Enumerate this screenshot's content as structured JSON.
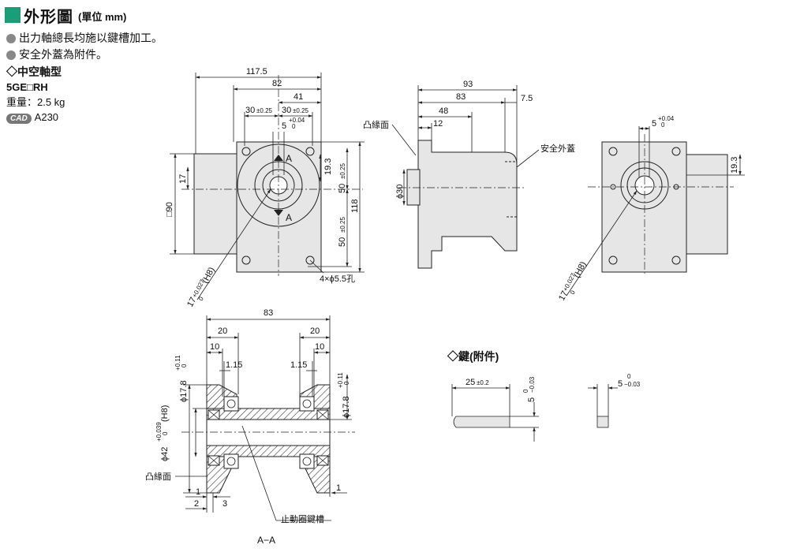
{
  "header": {
    "title": "外形圖",
    "unit": "(單位 mm)"
  },
  "notes": [
    "出力軸總長均施以鍵槽加工。",
    "安全外蓋為附件。"
  ],
  "model": {
    "subtitle": "◇中空軸型",
    "name": "5GE□RH",
    "weight": "重量：2.5 kg",
    "cad_badge": "CAD",
    "cad_code": "A230"
  },
  "front_view": {
    "dims": {
      "d117_5": "117.5",
      "d82": "82",
      "d41": "41",
      "d30a": "30",
      "d30b": "30",
      "tol025": "±0.25",
      "d5": "5",
      "tol5_up": "+0.04",
      "tol5_lo": "0",
      "d19_3": "19.3",
      "d50a": "50",
      "d50b": "50",
      "d118": "118",
      "d17": "17",
      "sq90": "□90",
      "holes": "4×ϕ5.5孔",
      "bore": "17",
      "bore_tol_up": "+0.027",
      "bore_tol_lo": "0",
      "bore_fit": "(H8)"
    },
    "section_marks": [
      "A",
      "A"
    ]
  },
  "side_view": {
    "dims": {
      "d93": "93",
      "d83": "83",
      "d48": "48",
      "d12": "12",
      "d7_5": "7.5",
      "phi30": "ϕ30"
    },
    "labels": {
      "pilot": "凸緣面",
      "cover": "安全外蓋"
    }
  },
  "rear_view": {
    "dims": {
      "d5": "5",
      "tol_up": "+0.04",
      "tol_lo": "0",
      "d19_3": "19.3",
      "bore": "17",
      "bore_tol_up": "+0.027",
      "bore_tol_lo": "0",
      "bore_fit": "(H8)"
    }
  },
  "section_view": {
    "dims": {
      "d83": "83",
      "d20a": "20",
      "d20b": "20",
      "d10a": "10",
      "d10b": "10",
      "d1_15a": "1.15",
      "d1_15b": "1.15",
      "phi17_8a": "ϕ17.8",
      "phi17_8b": "ϕ17.8",
      "tol17_up": "+0.11",
      "tol17_lo": "0",
      "h8": "(H8)",
      "phi42": "ϕ42",
      "tol42_up": "+0.039",
      "tol42_lo": "0",
      "d1a": "1",
      "d2": "2",
      "d3": "3",
      "d1b": "1"
    },
    "labels": {
      "pilot": "凸緣面",
      "snap": "止動圈鍵槽",
      "caption": "A−A"
    }
  },
  "key_view": {
    "title": "◇鍵(附件)",
    "dims": {
      "len": "25",
      "len_tol": "±0.2",
      "w": "5",
      "w_up": "0",
      "w_lo": "−0.03",
      "t": "5",
      "t_up": "0",
      "t_lo": "−0.03"
    }
  },
  "colors": {
    "accent": "#1b9e77",
    "body": "#e6e6e6",
    "line": "#222222"
  }
}
